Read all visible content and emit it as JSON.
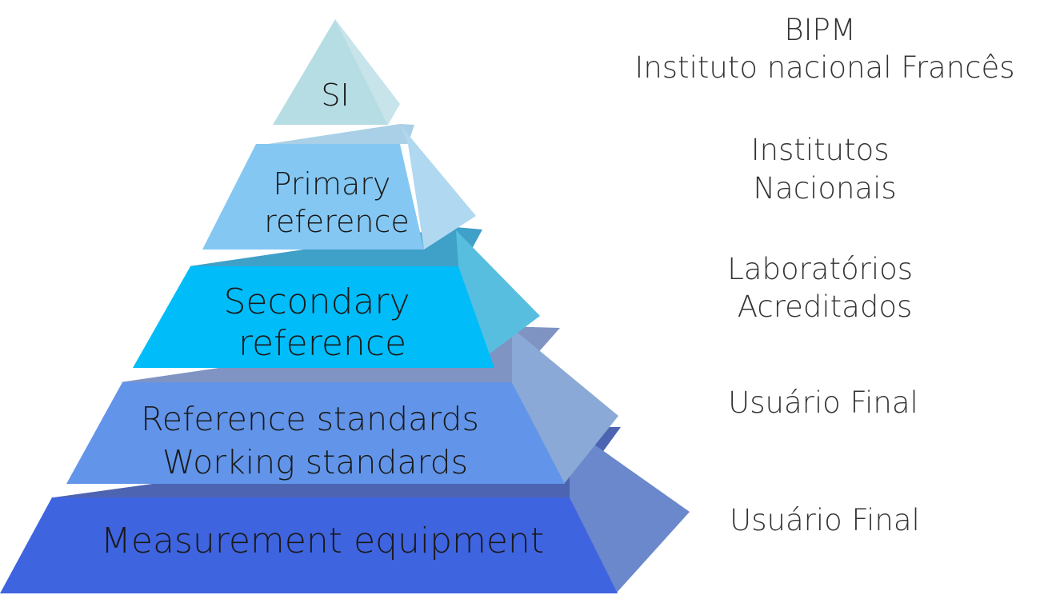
{
  "pyramid": {
    "levels": [
      {
        "lines": [
          "SI"
        ],
        "colors": {
          "front": "#b6dde3",
          "side": "#c6e4ea",
          "top": "#ffffff"
        }
      },
      {
        "lines": [
          "Primary",
          "reference"
        ],
        "colors": {
          "front": "#84c7f3",
          "side": "#b0d8f0",
          "top": "#a9d0e6"
        }
      },
      {
        "lines": [
          "Secondary",
          "reference"
        ],
        "colors": {
          "front": "#00bdf9",
          "side": "#58bedf",
          "top": "#3fa0c8"
        }
      },
      {
        "lines": [
          "Reference standards",
          "Working standards"
        ],
        "colors": {
          "front": "#6295e9",
          "side": "#8aa9d6",
          "top": "#7f94c2"
        }
      },
      {
        "lines": [
          "Measurement equipment"
        ],
        "colors": {
          "front": "#3f64df",
          "side": "#6c88cc",
          "top": "#4d64b2"
        }
      }
    ]
  },
  "labels": [
    {
      "lines": [
        "BIPM",
        "Instituto nacional Francês"
      ]
    },
    {
      "lines": [
        "Institutos",
        "Nacionais"
      ]
    },
    {
      "lines": [
        "Laboratórios",
        "Acreditados"
      ]
    },
    {
      "lines": [
        "Usuário Final"
      ]
    },
    {
      "lines": [
        "Usuário Final"
      ]
    }
  ]
}
